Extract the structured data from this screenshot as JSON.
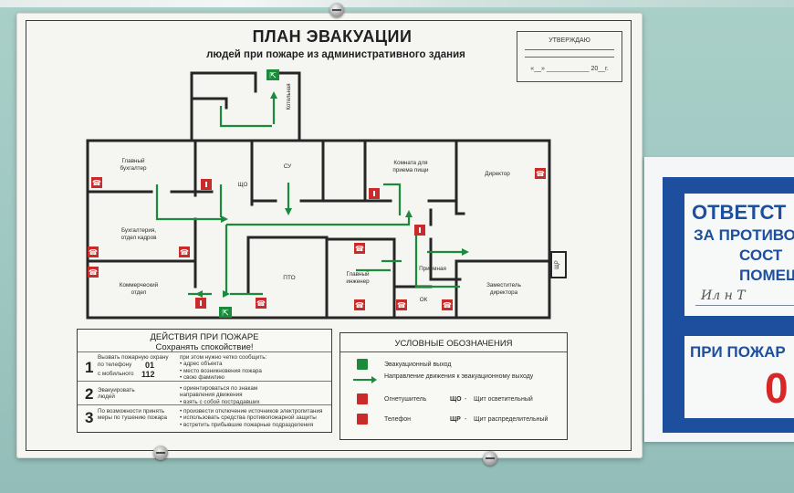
{
  "poster": {
    "title": "ПЛАН ЭВАКУАЦИИ",
    "subtitle": "людей при пожаре из административного здания",
    "approve": {
      "label": "УТВЕРЖДАЮ",
      "date_line": "«__» ____________ 20__г."
    }
  },
  "rooms": {
    "boiler": "Котельная",
    "chief_accountant": "Главный бухгалтер",
    "shcho": "ЩО",
    "su": "СУ",
    "meal_room": "Комната для приема пищи",
    "director": "Директор",
    "accounting": "Бухгалтерия, отдел кадров",
    "commercial": "Коммерческий отдел",
    "pto": "ПТО",
    "chief_engineer": "Главный инженер",
    "reception": "Приемная",
    "ok": "ОК",
    "deputy_director": "Заместитель директора",
    "shr": "ЩР"
  },
  "actions": {
    "heading": "ДЕЙСТВИЯ ПРИ ПОЖАРЕ",
    "subheading": "Сохранять спокойствие!",
    "step1": {
      "num": "1",
      "left": "Вызвать пожарную охрану",
      "phone_label": "по телефону",
      "phone1": "01",
      "mobile_label": "с мобильного",
      "phone2": "112",
      "tell_label": "при этом нужно четко сообщить:",
      "items": [
        "адрес объекта",
        "место возникновения пожара",
        "свою фамилию"
      ]
    },
    "step2": {
      "num": "2",
      "left": "Эвакуировать людей",
      "items": [
        "ориентироваться по знакам направления движения",
        "взять с собой пострадавших"
      ]
    },
    "step3": {
      "num": "3",
      "left": "По возможности принять меры по тушению пожара",
      "items": [
        "произвести отключение источников электропитания",
        "использовать средства противопожарной защиты",
        "встретить прибывшие пожарные подразделения"
      ]
    }
  },
  "legend": {
    "heading": "УСЛОВНЫЕ ОБОЗНАЧЕНИЯ",
    "exit": "Эвакуационный выход",
    "direction": "Направление движения к эвакуационному выходу",
    "extinguisher": "Огнетушитель",
    "phone": "Телефон",
    "shcho_code": "ЩО",
    "shcho_desc": "Щит осветительный",
    "shr_code": "ЩР",
    "shr_desc": "Щит распределительный"
  },
  "sign": {
    "line1": "ОТВЕТСТ",
    "line2": "ЗА ПРОТИВО",
    "line3": "СОСТ",
    "line4": "ПОМЕЩ",
    "handwriting": "Ил  н  Т",
    "line5": "ПРИ ПОЖАР",
    "number": "0"
  },
  "colors": {
    "wall": "#a9cfc8",
    "board": "#f5f6f2",
    "plan_wall": "#262626",
    "route": "#1a8b3a",
    "red_sign": "#c92a2a",
    "sign_blue": "#1d4f9e",
    "sign_red": "#d62828"
  },
  "icons": [
    "exit-icon",
    "extinguisher-icon",
    "phone-icon",
    "screw-icon"
  ]
}
